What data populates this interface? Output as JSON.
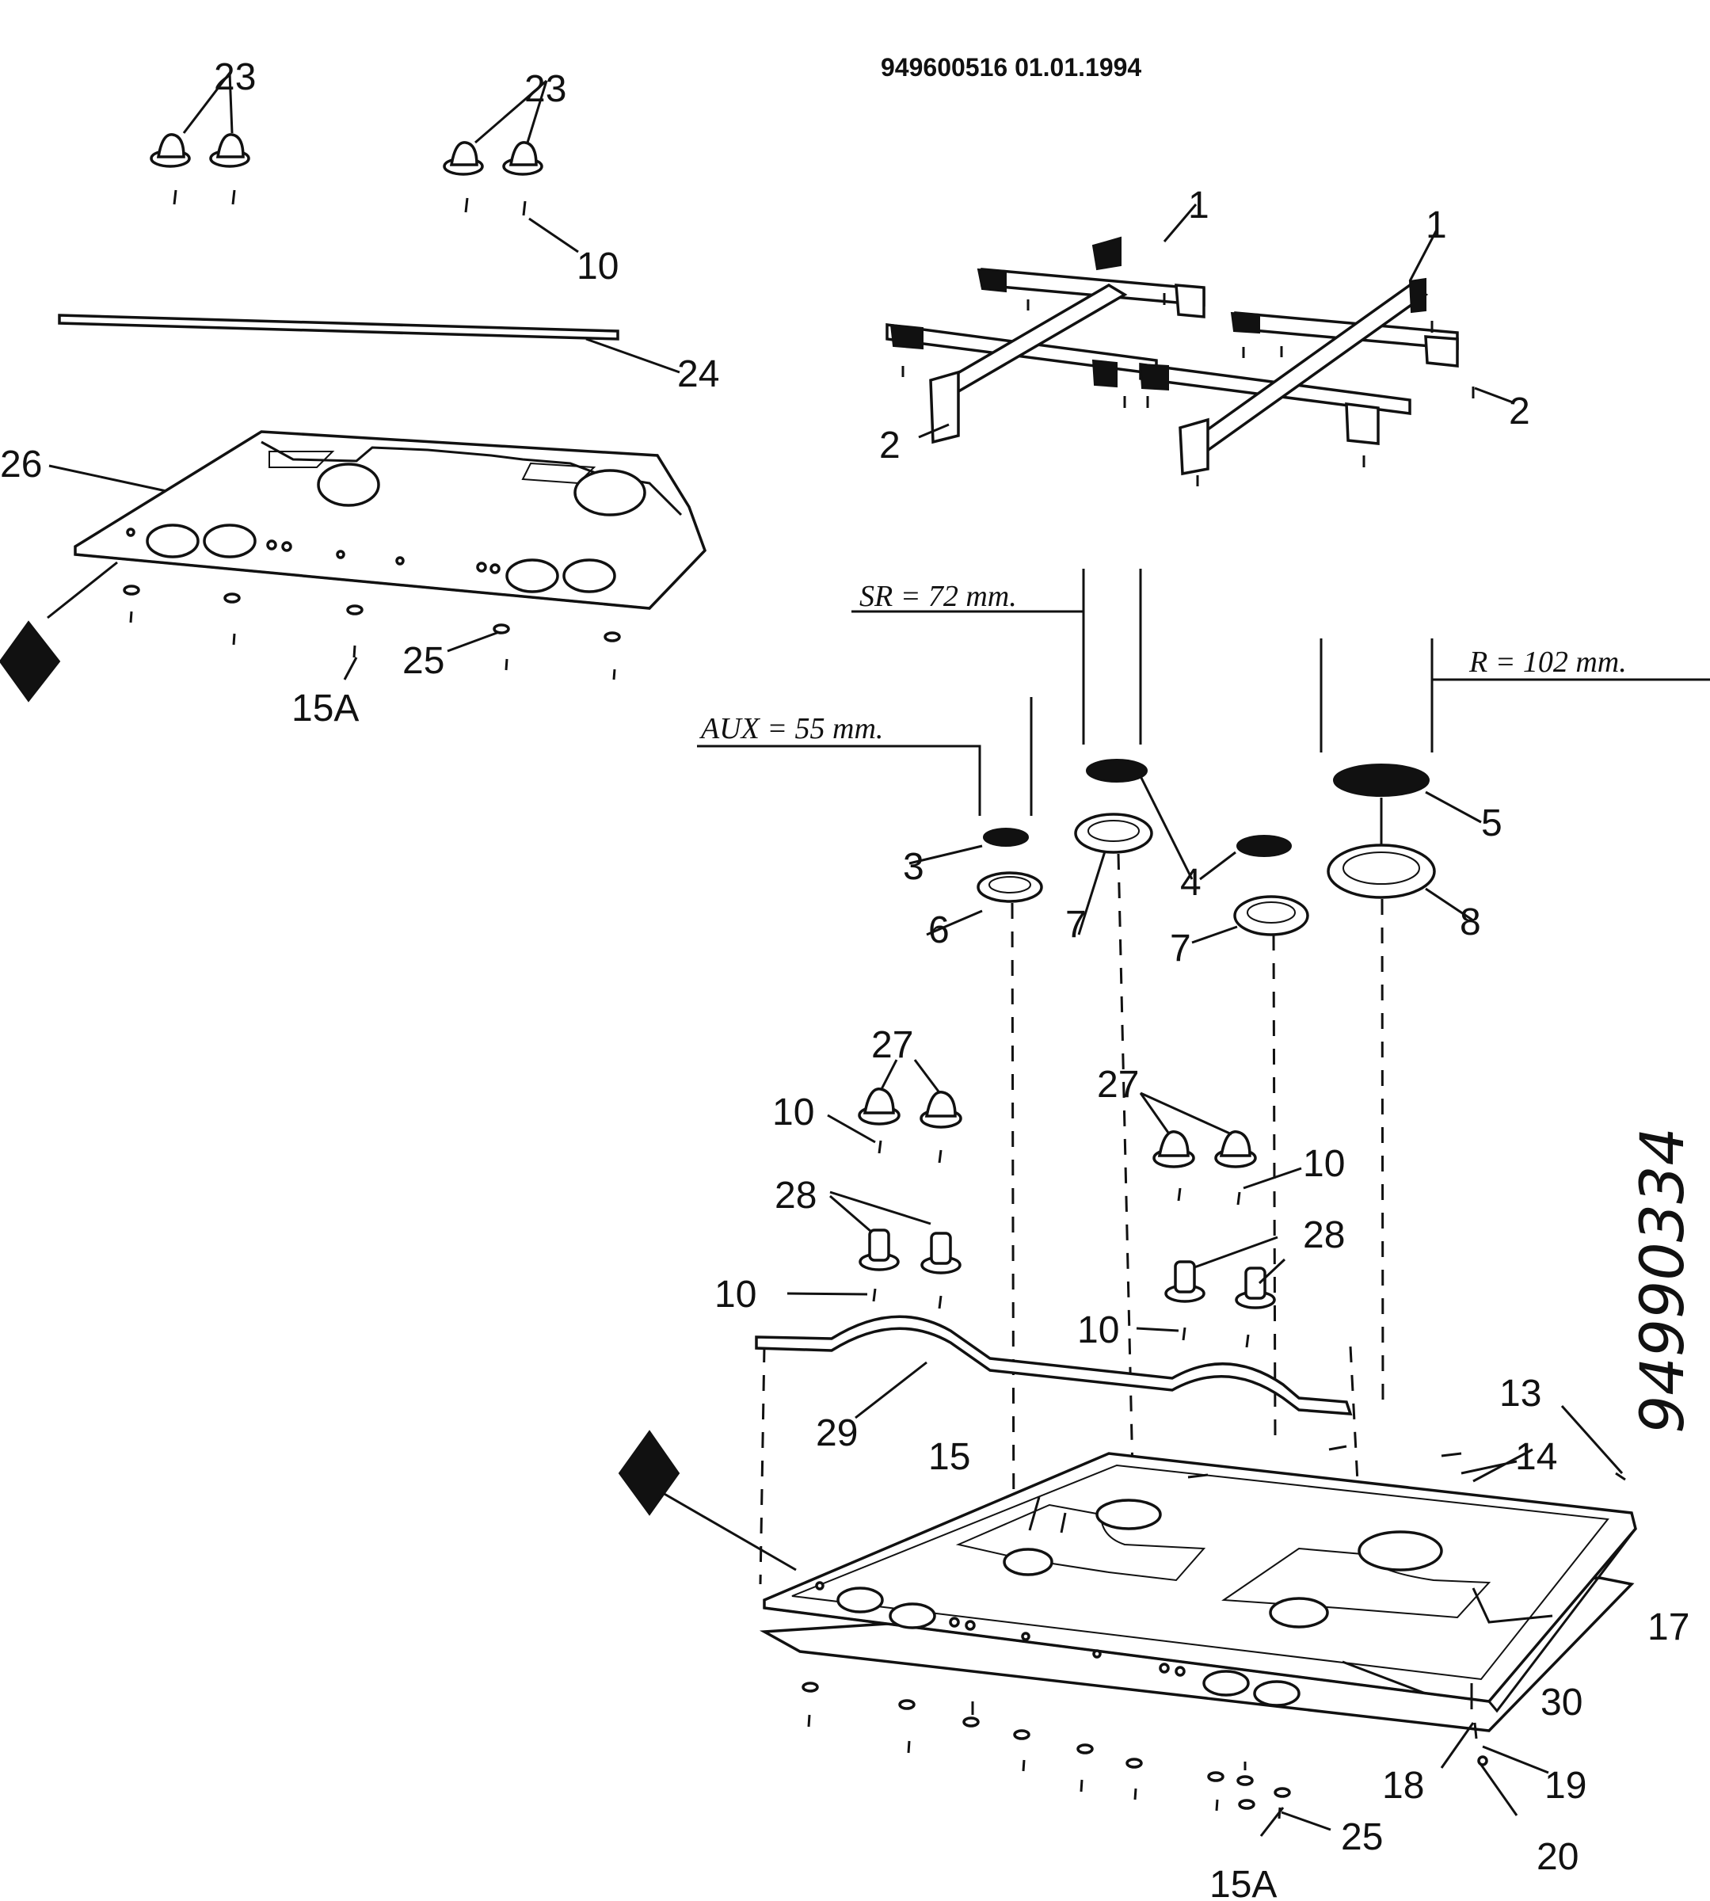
{
  "header": {
    "doc_code": "949600516  01.01.1994"
  },
  "side_code": "94990334",
  "dimensions": {
    "sr": "SR = 72 mm.",
    "r": "R = 102 mm.",
    "aux": "AUX = 55 mm."
  },
  "callouts": {
    "c23a": "23",
    "c23b": "23",
    "c10a": "10",
    "c24": "24",
    "c26": "26",
    "c25a": "25",
    "c15aa": "15A",
    "c1a": "1",
    "c1b": "1",
    "c2a": "2",
    "c2b": "2",
    "c3": "3",
    "c4": "4",
    "c5": "5",
    "c6": "6",
    "c7a": "7",
    "c7b": "7",
    "c8": "8",
    "c27a": "27",
    "c27b": "27",
    "c10b": "10",
    "c10c": "10",
    "c10d": "10",
    "c10e": "10",
    "c28a": "28",
    "c28b": "28",
    "c29": "29",
    "c15": "15",
    "c13": "13",
    "c14": "14",
    "c17": "17",
    "c30": "30",
    "c18": "18",
    "c19": "19",
    "c20": "20",
    "c25b": "25",
    "c15ab": "15A"
  }
}
